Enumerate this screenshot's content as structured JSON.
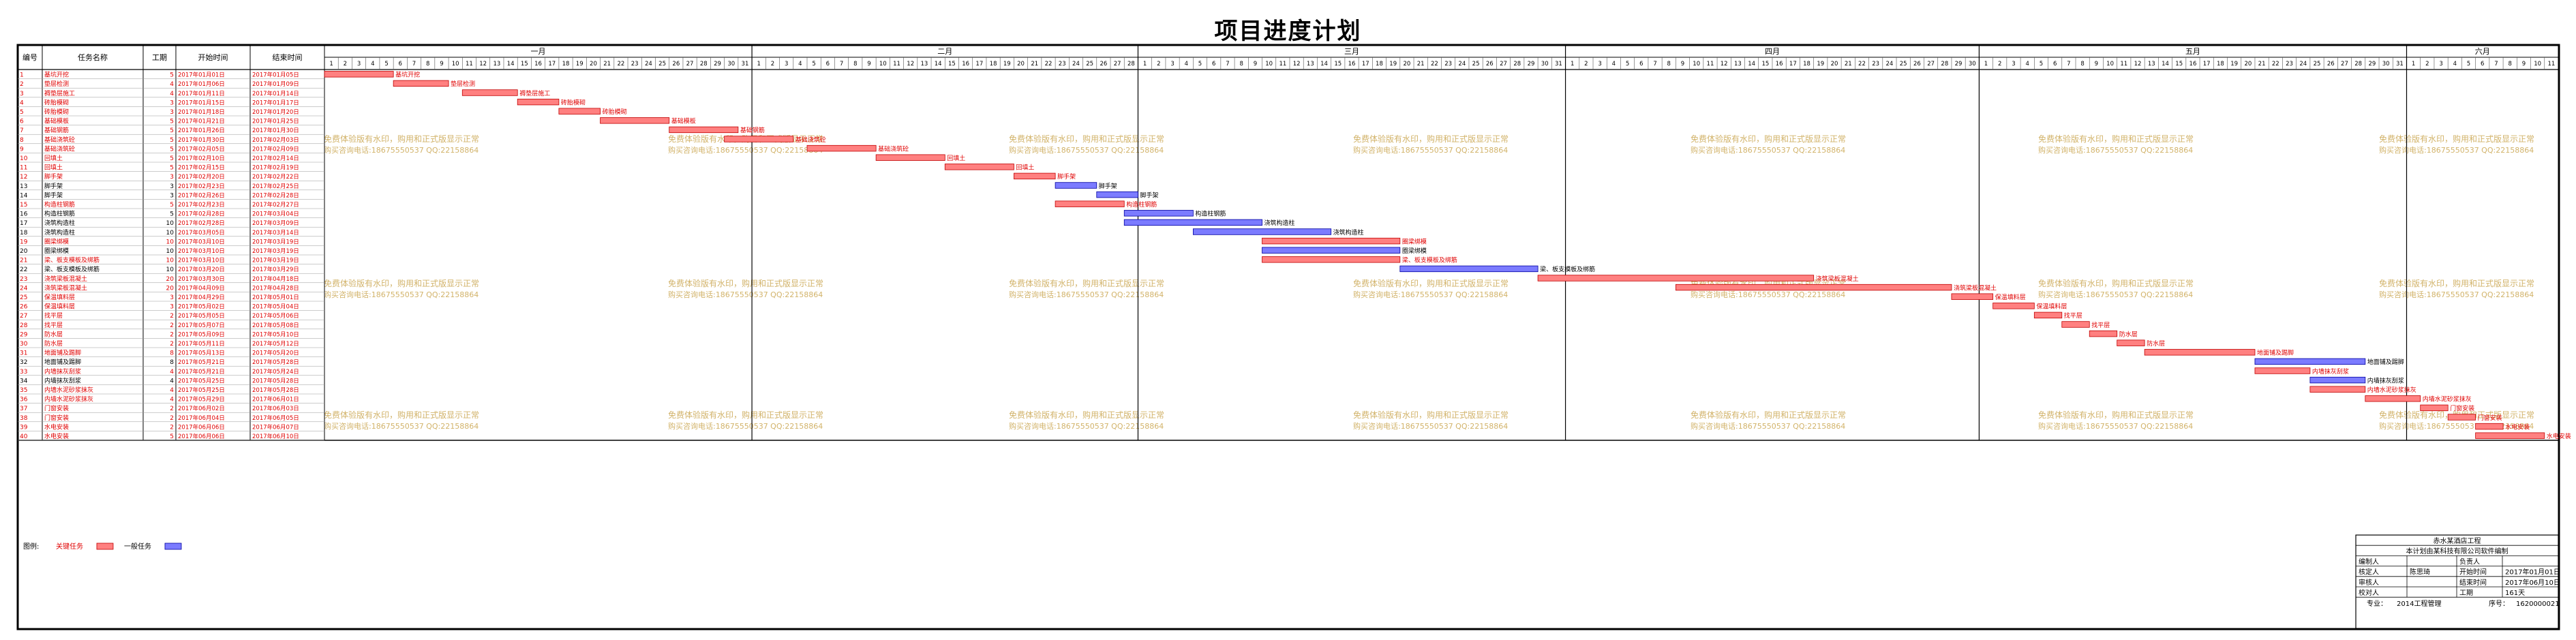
{
  "title": "项目进度计划",
  "headers": {
    "no": "编号",
    "name": "任务名称",
    "duration": "工期",
    "start": "开始时间",
    "end": "结束时间"
  },
  "timeline": {
    "months": [
      {
        "name": "一月",
        "days": 31
      },
      {
        "name": "二月",
        "days": 28
      },
      {
        "name": "三月",
        "days": 31
      },
      {
        "name": "四月",
        "days": 30
      },
      {
        "name": "五月",
        "days": 31
      },
      {
        "name": "六月",
        "days": 11
      }
    ]
  },
  "colors": {
    "critical": "#ff8080",
    "normal": "#7b7bff",
    "critical_text": "#e00000",
    "normal_text": "#000000",
    "watermark": "#d2b36a"
  },
  "tasks": [
    {
      "no": "1",
      "name": "基坑开挖",
      "duration": 5,
      "start": "2017年01月01日",
      "end": "2017年01月05日",
      "critical": true
    },
    {
      "no": "2",
      "name": "垫层检测",
      "duration": 4,
      "start": "2017年01月06日",
      "end": "2017年01月09日",
      "critical": true
    },
    {
      "no": "3",
      "name": "褥垫层施工",
      "duration": 4,
      "start": "2017年01月11日",
      "end": "2017年01月14日",
      "critical": true
    },
    {
      "no": "4",
      "name": "砖胎模砌",
      "duration": 3,
      "start": "2017年01月15日",
      "end": "2017年01月17日",
      "critical": true
    },
    {
      "no": "5",
      "name": "砖胎模砌",
      "duration": 3,
      "start": "2017年01月18日",
      "end": "2017年01月20日",
      "critical": true
    },
    {
      "no": "6",
      "name": "基础模板",
      "duration": 5,
      "start": "2017年01月21日",
      "end": "2017年01月25日",
      "critical": true
    },
    {
      "no": "7",
      "name": "基础钢筋",
      "duration": 5,
      "start": "2017年01月26日",
      "end": "2017年01月30日",
      "critical": true
    },
    {
      "no": "8",
      "name": "基础浇筑砼",
      "duration": 5,
      "start": "2017年01月30日",
      "end": "2017年02月03日",
      "critical": true
    },
    {
      "no": "9",
      "name": "基础浇筑砼",
      "duration": 5,
      "start": "2017年02月05日",
      "end": "2017年02月09日",
      "critical": true
    },
    {
      "no": "10",
      "name": "回填土",
      "duration": 5,
      "start": "2017年02月10日",
      "end": "2017年02月14日",
      "critical": true
    },
    {
      "no": "11",
      "name": "回填土",
      "duration": 5,
      "start": "2017年02月15日",
      "end": "2017年02月19日",
      "critical": true
    },
    {
      "no": "12",
      "name": "脚手架",
      "duration": 3,
      "start": "2017年02月20日",
      "end": "2017年02月22日",
      "critical": true
    },
    {
      "no": "13",
      "name": "脚手架",
      "duration": 3,
      "start": "2017年02月23日",
      "end": "2017年02月25日",
      "critical": false
    },
    {
      "no": "14",
      "name": "脚手架",
      "duration": 3,
      "start": "2017年02月26日",
      "end": "2017年02月28日",
      "critical": false
    },
    {
      "no": "15",
      "name": "构造柱钢筋",
      "duration": 5,
      "start": "2017年02月23日",
      "end": "2017年02月27日",
      "critical": true
    },
    {
      "no": "16",
      "name": "构造柱钢筋",
      "duration": 5,
      "start": "2017年02月28日",
      "end": "2017年03月04日",
      "critical": false
    },
    {
      "no": "17",
      "name": "浇筑构造柱",
      "duration": 10,
      "start": "2017年02月28日",
      "end": "2017年03月09日",
      "critical": false
    },
    {
      "no": "18",
      "name": "浇筑构造柱",
      "duration": 10,
      "start": "2017年03月05日",
      "end": "2017年03月14日",
      "critical": false
    },
    {
      "no": "19",
      "name": "圈梁绑模",
      "duration": 10,
      "start": "2017年03月10日",
      "end": "2017年03月19日",
      "critical": true
    },
    {
      "no": "20",
      "name": "圈梁绑模",
      "duration": 10,
      "start": "2017年03月10日",
      "end": "2017年03月19日",
      "critical": false
    },
    {
      "no": "21",
      "name": "梁、板支模板及绑筋",
      "duration": 10,
      "start": "2017年03月10日",
      "end": "2017年03月19日",
      "critical": true
    },
    {
      "no": "22",
      "name": "梁、板支模板及绑筋",
      "duration": 10,
      "start": "2017年03月20日",
      "end": "2017年03月29日",
      "critical": false
    },
    {
      "no": "23",
      "name": "浇筑梁板混凝土",
      "duration": 20,
      "start": "2017年03月30日",
      "end": "2017年04月18日",
      "critical": true
    },
    {
      "no": "24",
      "name": "浇筑梁板混凝土",
      "duration": 20,
      "start": "2017年04月09日",
      "end": "2017年04月28日",
      "critical": true
    },
    {
      "no": "25",
      "name": "保温填料层",
      "duration": 3,
      "start": "2017年04月29日",
      "end": "2017年05月01日",
      "critical": true
    },
    {
      "no": "26",
      "name": "保温填料层",
      "duration": 3,
      "start": "2017年05月02日",
      "end": "2017年05月04日",
      "critical": true
    },
    {
      "no": "27",
      "name": "找平层",
      "duration": 2,
      "start": "2017年05月05日",
      "end": "2017年05月06日",
      "critical": true
    },
    {
      "no": "28",
      "name": "找平层",
      "duration": 2,
      "start": "2017年05月07日",
      "end": "2017年05月08日",
      "critical": true
    },
    {
      "no": "29",
      "name": "防水层",
      "duration": 2,
      "start": "2017年05月09日",
      "end": "2017年05月10日",
      "critical": true
    },
    {
      "no": "30",
      "name": "防水层",
      "duration": 2,
      "start": "2017年05月11日",
      "end": "2017年05月12日",
      "critical": true
    },
    {
      "no": "31",
      "name": "地面铺及踢脚",
      "duration": 8,
      "start": "2017年05月13日",
      "end": "2017年05月20日",
      "critical": true
    },
    {
      "no": "32",
      "name": "地面铺及踢脚",
      "duration": 8,
      "start": "2017年05月21日",
      "end": "2017年05月28日",
      "critical": false
    },
    {
      "no": "33",
      "name": "内墙抹灰刮浆",
      "duration": 4,
      "start": "2017年05月21日",
      "end": "2017年05月24日",
      "critical": true
    },
    {
      "no": "34",
      "name": "内墙抹灰刮浆",
      "duration": 4,
      "start": "2017年05月25日",
      "end": "2017年05月28日",
      "critical": false
    },
    {
      "no": "35",
      "name": "内墙水泥砂浆抹灰",
      "duration": 4,
      "start": "2017年05月25日",
      "end": "2017年05月28日",
      "critical": true
    },
    {
      "no": "36",
      "name": "内墙水泥砂浆抹灰",
      "duration": 4,
      "start": "2017年05月29日",
      "end": "2017年06月01日",
      "critical": true
    },
    {
      "no": "37",
      "name": "门窗安装",
      "duration": 2,
      "start": "2017年06月02日",
      "end": "2017年06月03日",
      "critical": true
    },
    {
      "no": "38",
      "name": "门窗安装",
      "duration": 2,
      "start": "2017年06月04日",
      "end": "2017年06月05日",
      "critical": true
    },
    {
      "no": "39",
      "name": "水电安装",
      "duration": 2,
      "start": "2017年06月06日",
      "end": "2017年06月07日",
      "critical": true
    },
    {
      "no": "40",
      "name": "水电安装",
      "duration": 5,
      "start": "2017年06月06日",
      "end": "2017年06月10日",
      "critical": true
    }
  ],
  "legend": {
    "label": "图例:",
    "critical": "关键任务",
    "normal": "一般任务"
  },
  "watermark": {
    "line1": "免费体验版有水印，购用和正式版显示正常",
    "line2": "购买咨询电话:18675550537 QQ:22158864"
  },
  "infobox": {
    "project": "赤水某酒店工程",
    "drawing": "本计划由某科技有限公司软件编制",
    "rows": [
      [
        "编制人",
        "",
        "负责人",
        ""
      ],
      [
        "核定人",
        "陈思琦",
        "开始时间",
        "2017年01月01日"
      ],
      [
        "审核人",
        "",
        "结束时间",
        "2017年06月10日"
      ],
      [
        "校对人",
        "",
        "工期",
        "161天"
      ]
    ],
    "footer": [
      "专业：",
      "2014工程管理",
      "序号：",
      "1620000021"
    ]
  }
}
